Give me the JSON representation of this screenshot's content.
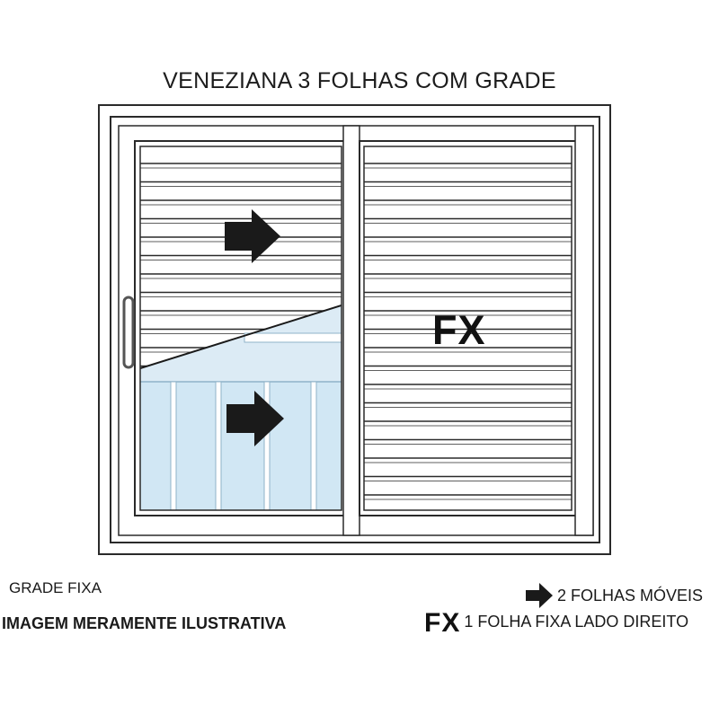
{
  "title": "VENEZIANA 3 FOLHAS COM GRADE",
  "diagram": {
    "fixed_panel_label": "FX",
    "movable_panel_icon": "arrow-right-icon",
    "colors": {
      "stroke": "#2a2a2a",
      "glass": "#cfe6f3",
      "arrow": "#1a1a1a",
      "handle": "#555555"
    }
  },
  "notes": {
    "grade_fixa": "GRADE FIXA",
    "disclaimer": "IMAGEM MERAMENTE ILUSTRATIVA"
  },
  "legend": {
    "movable": "2 FOLHAS MÓVEIS",
    "fixed_symbol": "FX",
    "fixed": "1 FOLHA FIXA LADO DIREITO"
  }
}
